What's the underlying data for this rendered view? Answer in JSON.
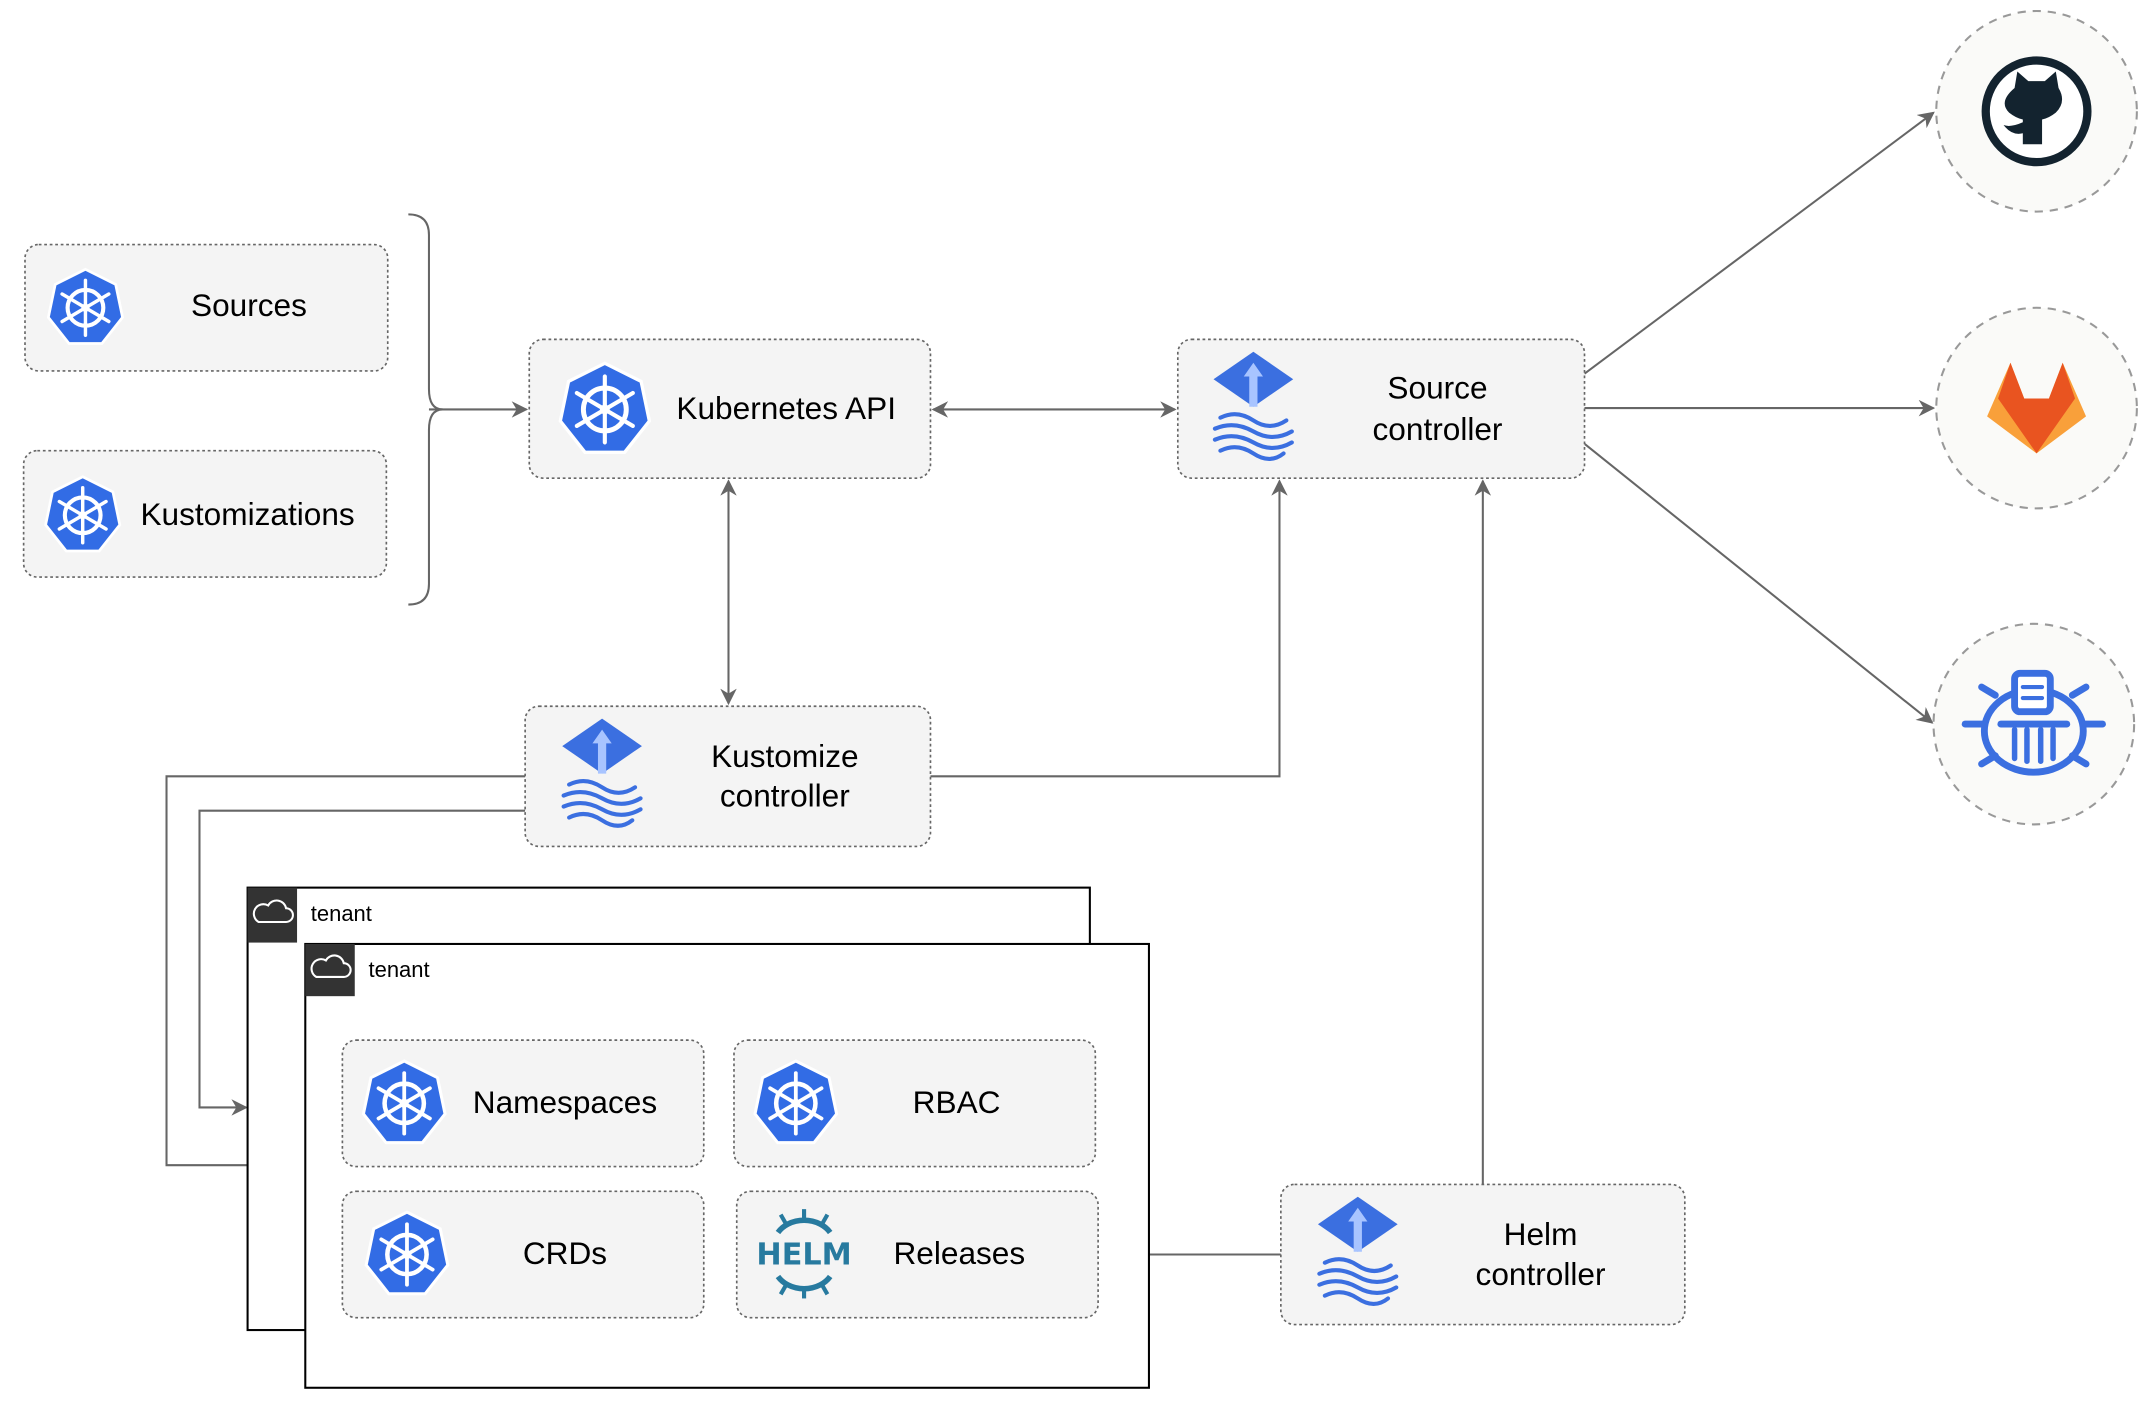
{
  "nodes": {
    "sources": "Sources",
    "kustomizations": "Kustomizations",
    "kubernetes_api": "Kubernetes API",
    "source_controller": [
      "Source",
      "controller"
    ],
    "kustomize_controller": [
      "Kustomize",
      "controller"
    ],
    "helm_controller": [
      "Helm",
      "controller"
    ],
    "namespaces": "Namespaces",
    "rbac": "RBAC",
    "crds": "CRDs",
    "releases": "Releases"
  },
  "tenants": [
    "tenant",
    "tenant"
  ],
  "helm_logo_text": "HELM",
  "external_sources": [
    "github-icon",
    "gitlab-icon",
    "helm-repository-icon"
  ],
  "colors": {
    "kubernetes_blue": "#326CE5",
    "flux_blue": "#3B6FE0",
    "gitlab_orange": "#E95420",
    "gitlab_yellow": "#F9A03A",
    "github_dark": "#13232F",
    "helm_blue": "#277A9F",
    "edge": "#666666"
  }
}
